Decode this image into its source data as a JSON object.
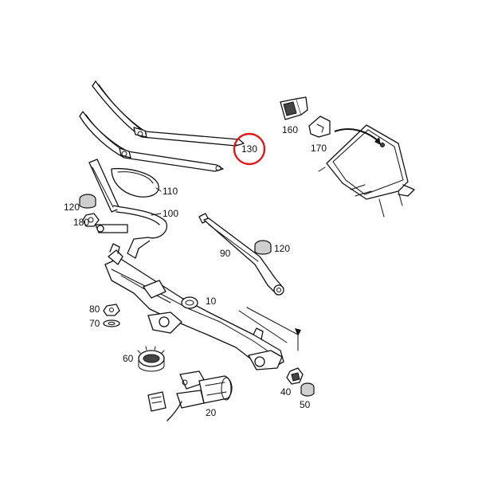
{
  "diagram": {
    "highlight_color": "#e0191b",
    "highlighted_part": "130",
    "labels": {
      "p10": "10",
      "p20": "20",
      "p40": "40",
      "p50": "50",
      "p60": "60",
      "p70": "70",
      "p80": "80",
      "p90": "90",
      "p100": "100",
      "p110": "110",
      "p120a": "120",
      "p120b": "120",
      "p130": "130",
      "p160": "160",
      "p170": "170",
      "p180": "180"
    }
  }
}
